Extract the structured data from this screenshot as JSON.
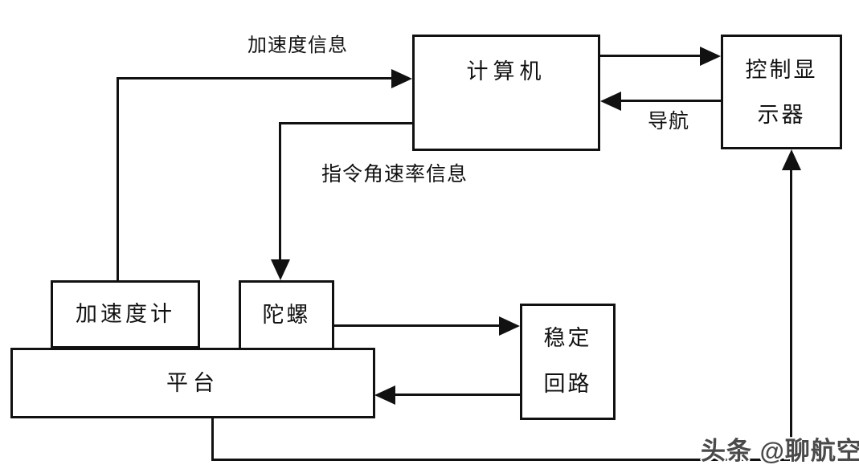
{
  "diagram": {
    "title": "inertial-navigation-platform-block-diagram",
    "colors": {
      "line": "#111111",
      "background": "#ffffff",
      "watermark": "#4a4a4a"
    },
    "nodes": {
      "computer": {
        "label": "计算机"
      },
      "control_display": {
        "lines": [
          "控制显",
          "示器"
        ]
      },
      "accelerometer": {
        "label": "加速度计"
      },
      "gyro": {
        "label": "陀螺"
      },
      "platform": {
        "label": "平台"
      },
      "stabilization_loop": {
        "lines": [
          "稳定",
          "回路"
        ]
      }
    },
    "edges": [
      {
        "from": "accelerometer",
        "to": "computer",
        "label": "加速度信息"
      },
      {
        "from": "computer",
        "to": "control_display",
        "label": ""
      },
      {
        "from": "control_display",
        "to": "computer",
        "label": "导航"
      },
      {
        "from": "computer",
        "to": "gyro",
        "label": "指令角速率信息"
      },
      {
        "from": "gyro",
        "to": "stabilization_loop",
        "label": ""
      },
      {
        "from": "stabilization_loop",
        "to": "platform",
        "label": ""
      },
      {
        "from": "platform",
        "to": "control_display",
        "label": ""
      }
    ]
  },
  "watermark": {
    "text": "头条 @聊航空"
  }
}
